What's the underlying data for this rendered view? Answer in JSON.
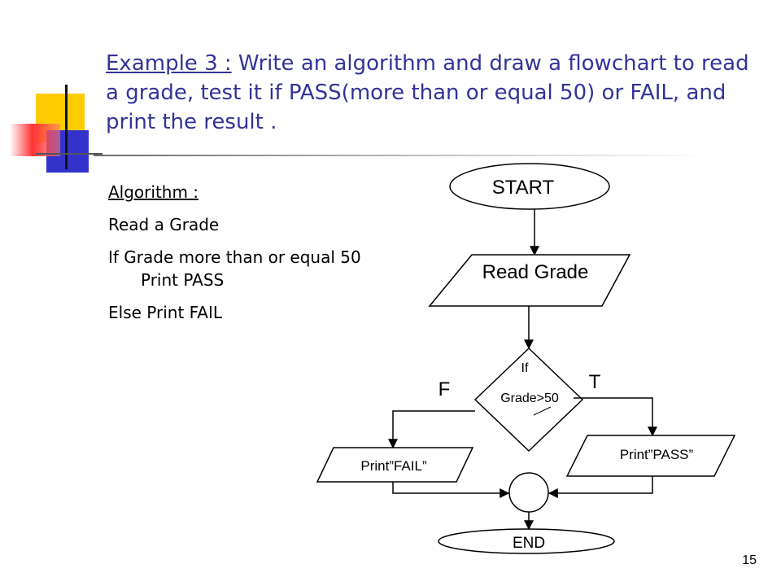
{
  "title": {
    "prefix": "Example 3 :",
    "text": " Write an algorithm and draw a flowchart to read a grade, test it if PASS(more than or equal 50) or FAIL, and print the result ."
  },
  "algorithm": {
    "heading": "Algorithm :",
    "lines": [
      "Read a Grade",
      "If Grade more than or equal 50",
      "Print PASS",
      "Else Print FAIL"
    ]
  },
  "flowchart": {
    "start": "START",
    "input": "Read Grade",
    "decision_line1": "If",
    "decision_line2": "Grade>50",
    "false_label": "F",
    "true_label": "T",
    "print_fail": "Print”FAIL”",
    "print_pass": "Print”PASS”",
    "end": "END"
  },
  "page_number": "15",
  "colors": {
    "title": "#333399",
    "deco_yellow": "#ffcc00",
    "deco_blue": "#3333cc",
    "deco_red": "#ff3333"
  }
}
